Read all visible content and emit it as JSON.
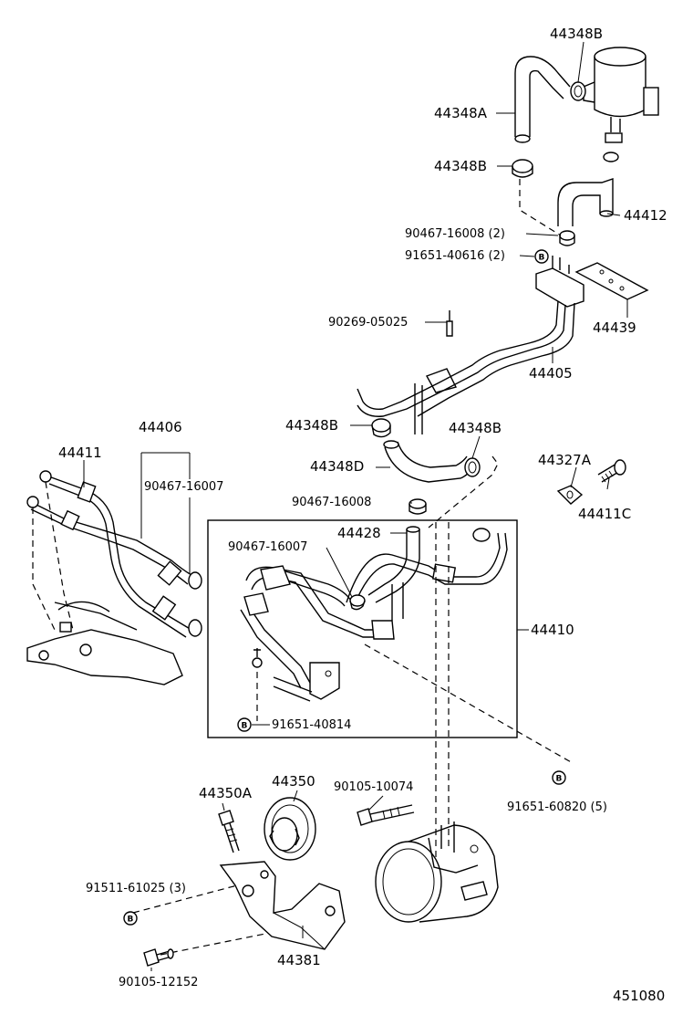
{
  "labels": {
    "p44348B_top": "44348B",
    "p44348A": "44348A",
    "p44348B_mid": "44348B",
    "p44412": "44412",
    "p90467_16008_2": "90467-16008 (2)",
    "p91651_40616_2": "91651-40616 (2)",
    "p44439": "44439",
    "p90269_05025": "90269-05025",
    "p44405": "44405",
    "p44348B_left": "44348B",
    "p44348B_right": "44348B",
    "p44348D": "44348D",
    "p44406": "44406",
    "p44411": "44411",
    "p90467_16007_a": "90467-16007",
    "p90467_16008_b": "90467-16008",
    "p44327A": "44327A",
    "p44411C": "44411C",
    "p44428": "44428",
    "p90467_16007_b": "90467-16007",
    "p44410": "44410",
    "p91651_40814": "91651-40814",
    "p44350A": "44350A",
    "p44350": "44350",
    "p90105_10074": "90105-10074",
    "p91651_60820_5": "91651-60820 (5)",
    "p91511_61025_3": "91511-61025 (3)",
    "p44381": "44381",
    "p90105_12152": "90105-12152",
    "diagram_number": "451080"
  },
  "markers": {
    "bolt_marker": "B"
  }
}
